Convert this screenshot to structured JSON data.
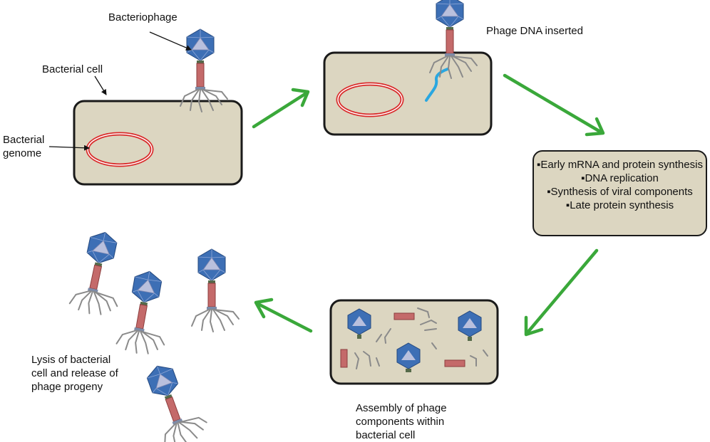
{
  "labels": {
    "bacteriophage": "Bacteriophage",
    "bacterial_cell": "Bacterial cell",
    "bacterial_genome": "Bacterial genome",
    "phage_dna_inserted": "Phage DNA inserted",
    "assembly": "Assembly of phage components within bacterial cell",
    "lysis": "Lysis of bacterial cell and release of phage progeny"
  },
  "steps": [
    "▪Early mRNA and protein synthesis",
    "▪DNA replication",
    "▪Synthesis of viral components",
    "▪Late protein synthesis"
  ],
  "colors": {
    "cell_fill": "#dcd6c1",
    "cell_border": "#1a1a1a",
    "genome": "#d92a2a",
    "phage_dna": "#2aa7e0",
    "arrow": "#3aa83a",
    "capsid": "#3d6fb5",
    "tail": "#c46a6a"
  }
}
